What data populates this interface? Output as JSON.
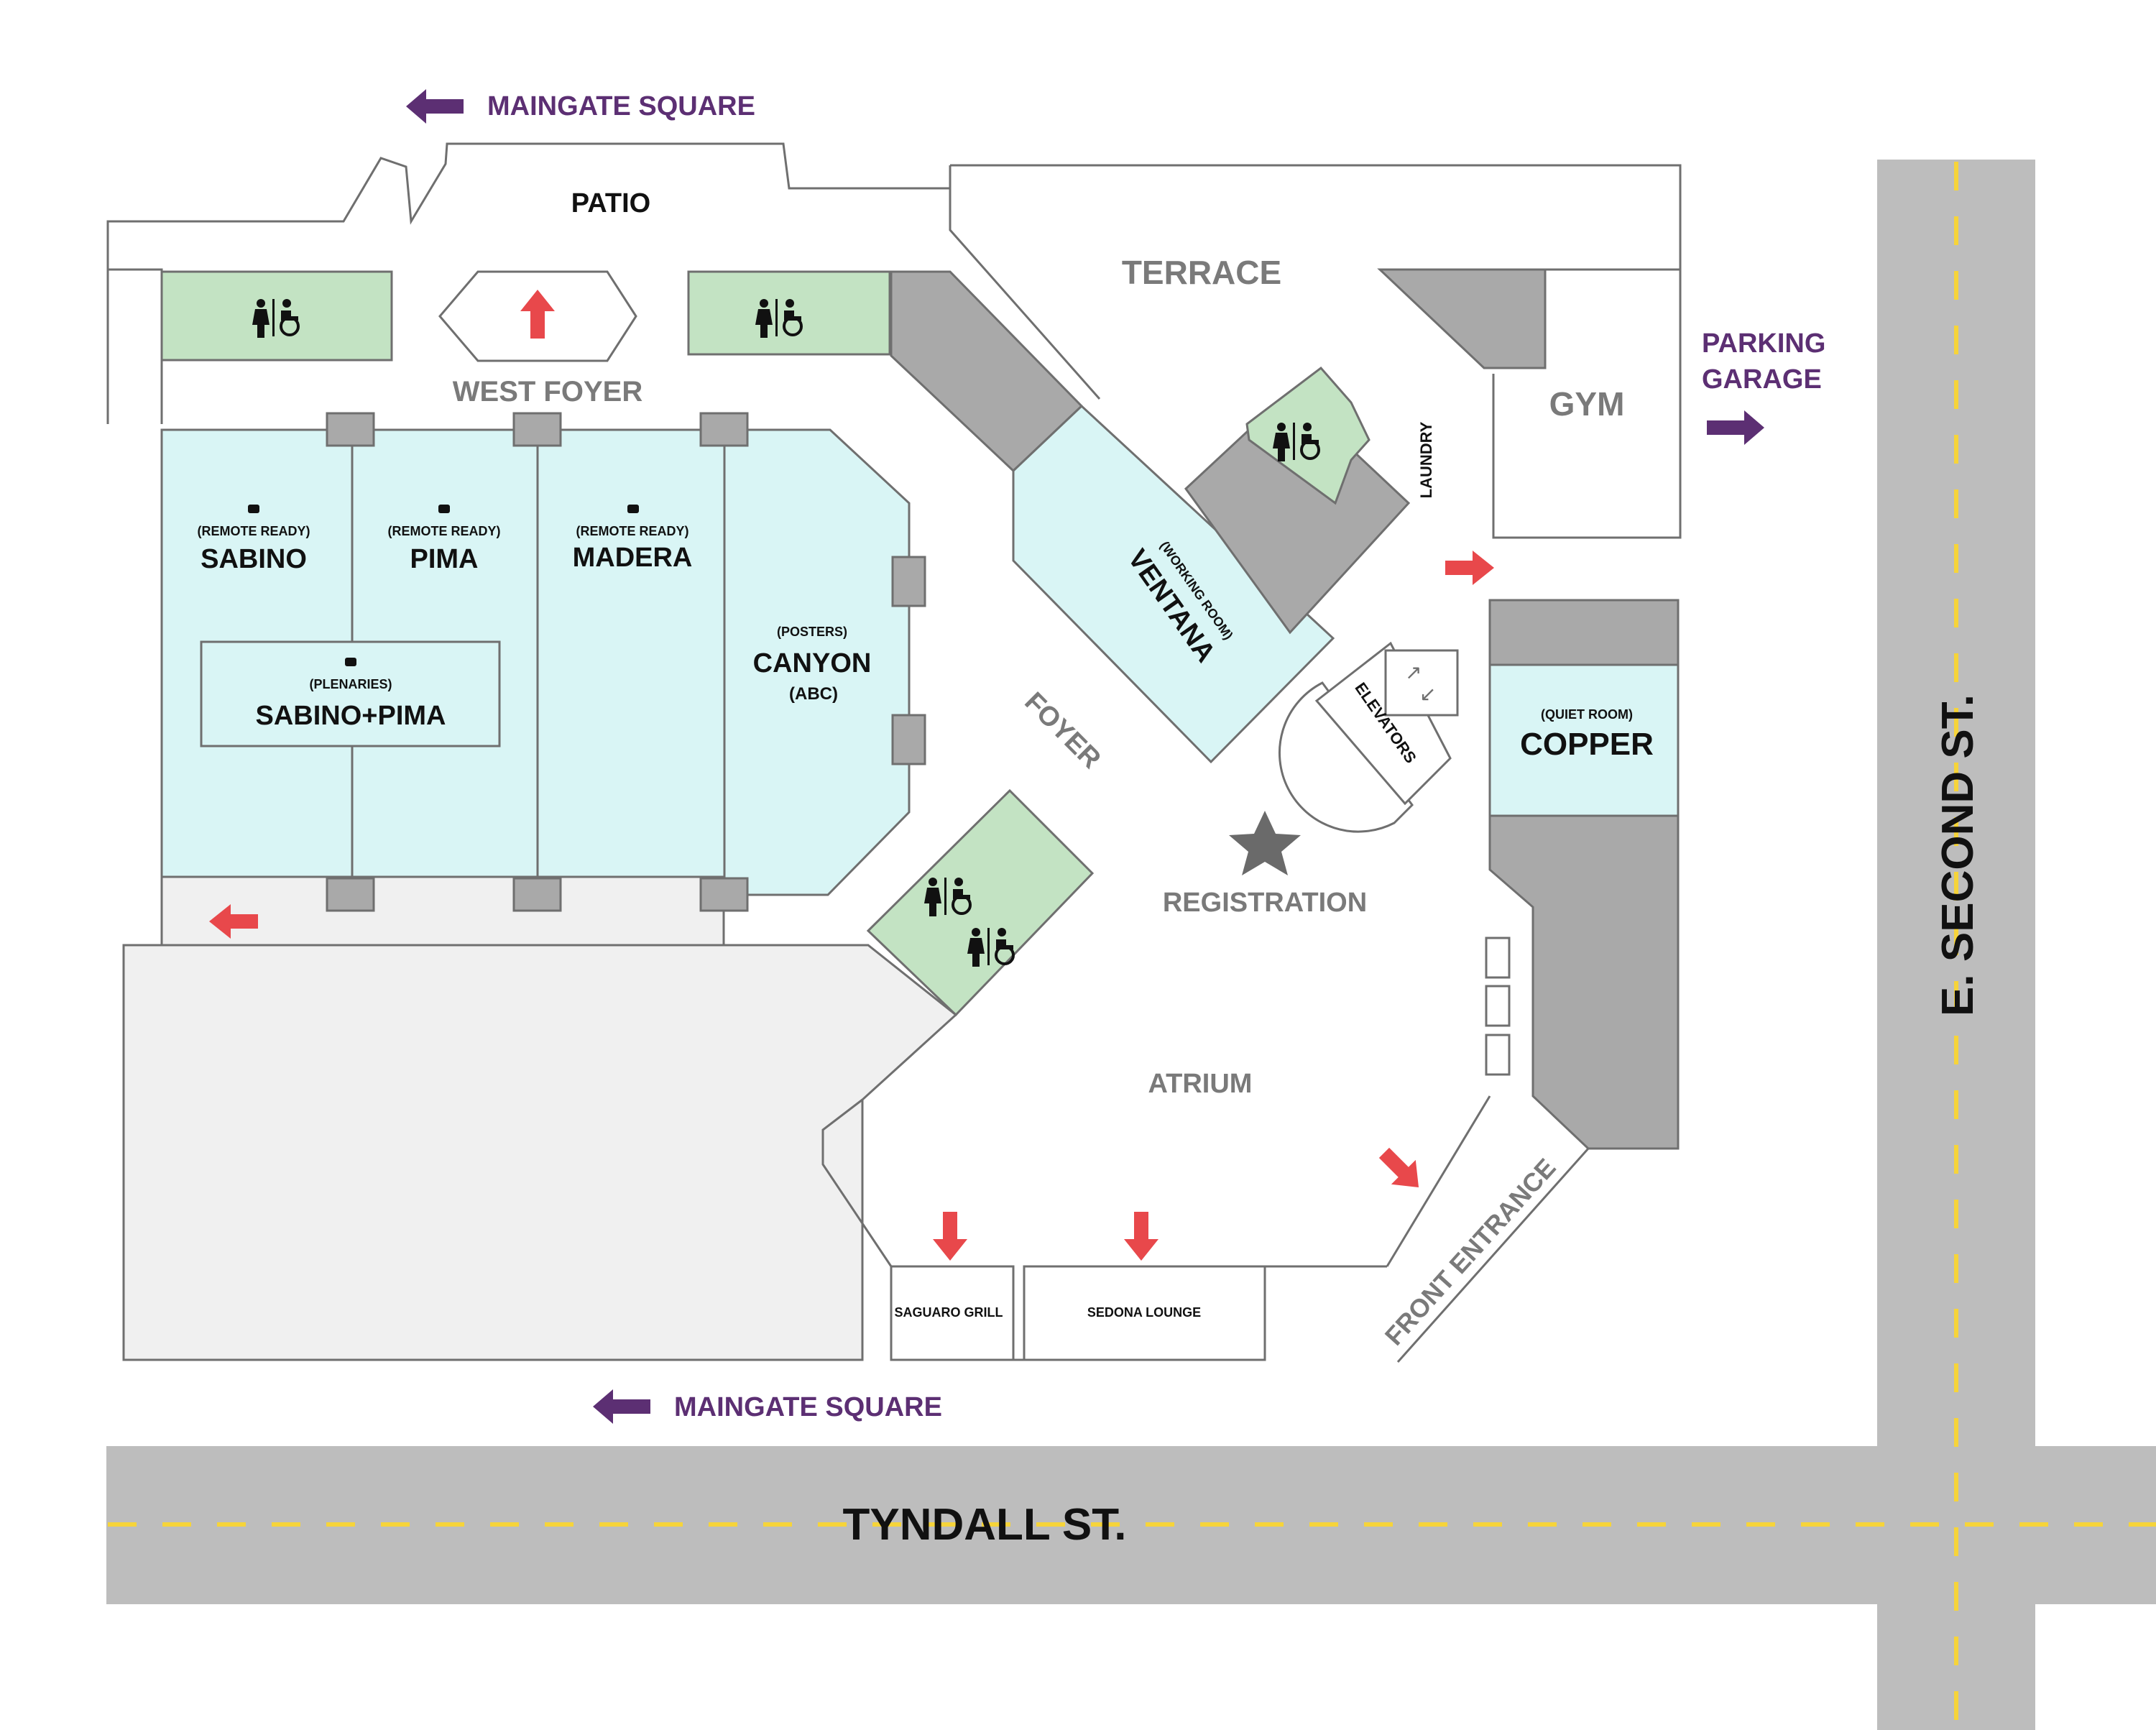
{
  "streets": {
    "south": "TYNDALL ST.",
    "east": "E. SECOND ST."
  },
  "directions": {
    "top_left": "MAINGATE SQUARE",
    "bottom_left": "MAINGATE SQUARE",
    "right_line1": "PARKING",
    "right_line2": "GARAGE"
  },
  "areas": {
    "patio": "PATIO",
    "west_foyer": "WEST FOYER",
    "terrace": "TERRACE",
    "gym": "GYM",
    "foyer": "FOYER",
    "atrium": "ATRIUM",
    "registration": "REGISTRATION",
    "front_entrance": "FRONT ENTRANCE",
    "elevators": "ELEVATORS",
    "laundry": "LAUNDRY",
    "saguaro_grill": "SAGUARO GRILL",
    "sedona_lounge": "SEDONA LOUNGE"
  },
  "rooms": {
    "sabino": {
      "name": "SABINO",
      "note": "(REMOTE READY)"
    },
    "pima": {
      "name": "PIMA",
      "note": "(REMOTE READY)"
    },
    "madera": {
      "name": "MADERA",
      "note": "(REMOTE READY)"
    },
    "sabino_pima": {
      "name": "SABINO+PIMA",
      "note": "(PLENARIES)"
    },
    "canyon": {
      "name": "CANYON",
      "note": "(POSTERS)",
      "sub": "(ABC)"
    },
    "ventana": {
      "name": "VENTANA",
      "note": "(WORKING ROOM)"
    },
    "copper": {
      "name": "COPPER",
      "note": "(QUIET ROOM)"
    }
  },
  "colors": {
    "meeting_room": "#d9f5f5",
    "restroom": "#c3e3c3",
    "service_block": "#a9a9a9",
    "exit_arrow": "#e8484b",
    "direction_arrow": "#5c2f73",
    "road": "#bdbdbd",
    "lane_marking": "#f6d43a"
  }
}
